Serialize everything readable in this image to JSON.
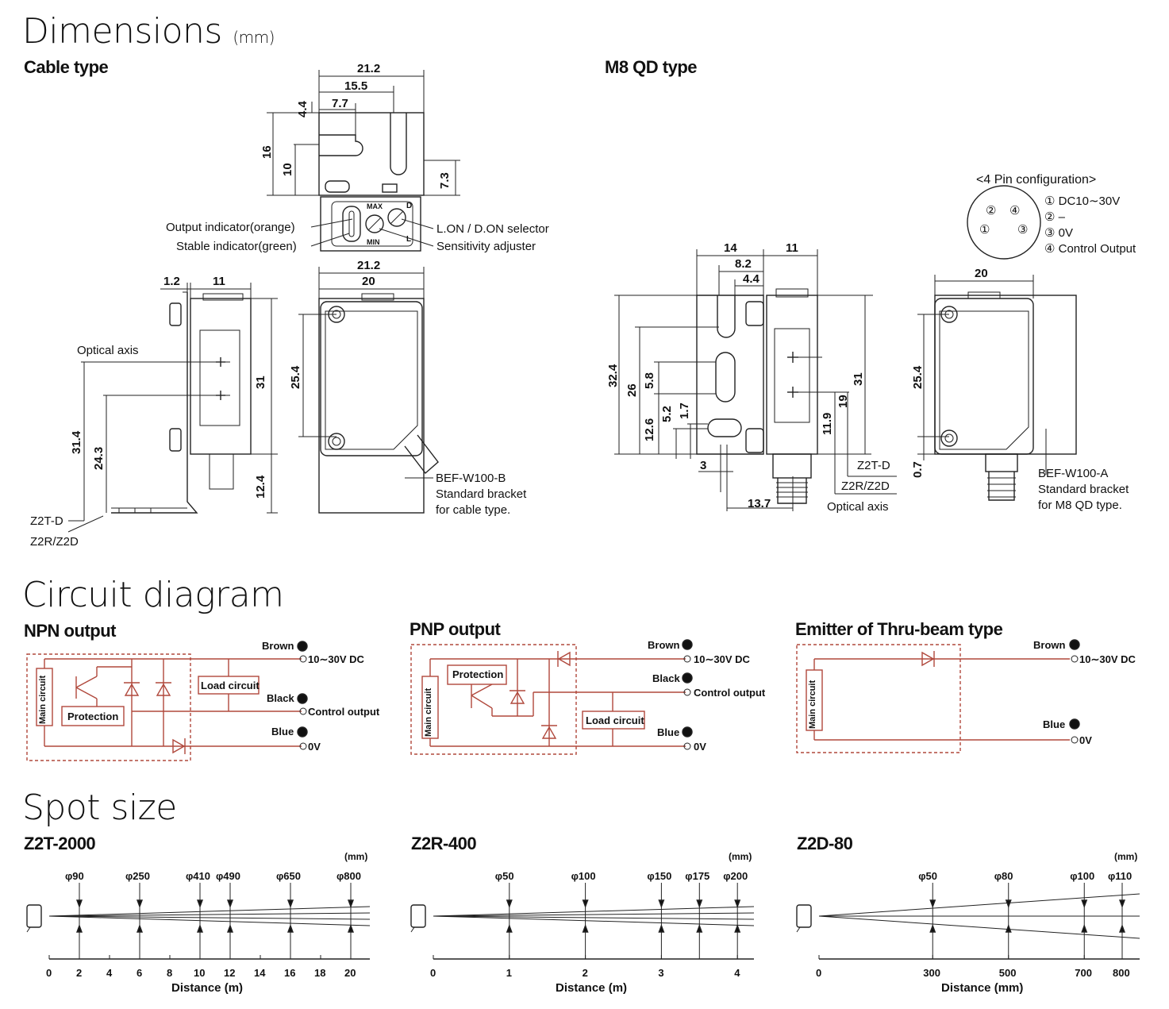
{
  "dimensions": {
    "title": "Dimensions",
    "unit": "(mm)",
    "cable_type": {
      "title": "Cable type",
      "labels": {
        "output_indicator": "Output indicator(orange)",
        "stable_indicator": "Stable indicator(green)",
        "selector": "L.ON / D.ON selector",
        "sensitivity": "Sensitivity adjuster",
        "optical_axis": "Optical axis",
        "z2t": "Z2T-D",
        "z2r": "Z2R/Z2D",
        "bracket_1": "BEF-W100-B",
        "bracket_2": "Standard bracket",
        "bracket_3": "for cable type.",
        "max": "MAX",
        "min": "MIN",
        "d": "D",
        "l": "L"
      },
      "dims": {
        "d21_2_top": "21.2",
        "d15_5": "15.5",
        "d7_7": "7.7",
        "d4_4": "4.4",
        "d16": "16",
        "d10": "10",
        "d7_3": "7.3",
        "d1_2": "1.2",
        "d11": "11",
        "d21_2": "21.2",
        "d20": "20",
        "d31": "31",
        "d25_4": "25.4",
        "d31_4": "31.4",
        "d24_3": "24.3",
        "d12_4": "12.4"
      }
    },
    "m8_type": {
      "title": "M8 QD type",
      "pin_title": "<4 Pin configuration>",
      "pins": [
        "① DC10∼30V",
        "② –",
        "③ 0V",
        "④ Control Output"
      ],
      "pin_nums": [
        "②",
        "④",
        "①",
        "③"
      ],
      "labels": {
        "z2t": "Z2T-D",
        "z2r": "Z2R/Z2D",
        "optical_axis": "Optical axis",
        "bracket_1": "BEF-W100-A",
        "bracket_2": "Standard bracket",
        "bracket_3": "for M8 QD type."
      },
      "dims": {
        "d14": "14",
        "d11": "11",
        "d8_2": "8.2",
        "d4_4": "4.4",
        "d32_4": "32.4",
        "d26": "26",
        "d5_8": "5.8",
        "d12_6": "12.6",
        "d5_2": "5.2",
        "d1_7": "1.7",
        "d3": "3",
        "d13_7": "13.7",
        "d31": "31",
        "d19": "19",
        "d11_9": "11.9",
        "d20": "20",
        "d25_4": "25.4",
        "d0_7": "0.7"
      }
    }
  },
  "circuit": {
    "title": "Circuit diagram",
    "npn": {
      "title": "NPN output",
      "main": "Main circuit",
      "protection": "Protection",
      "load": "Load circuit",
      "brown": "Brown",
      "black": "Black",
      "blue": "Blue",
      "v_supply": "10∼30V DC",
      "control": "Control output",
      "zero": "0V"
    },
    "pnp": {
      "title": "PNP output",
      "main": "Main circuit",
      "protection": "Protection",
      "load": "Load circuit",
      "brown": "Brown",
      "black": "Black",
      "blue": "Blue",
      "v_supply": "10∼30V DC",
      "control": "Control output",
      "zero": "0V"
    },
    "emitter": {
      "title": "Emitter of Thru-beam type",
      "main": "Main circuit",
      "brown": "Brown",
      "blue": "Blue",
      "v_supply": "10∼30V DC",
      "zero": "0V"
    }
  },
  "spot": {
    "title": "Spot size",
    "unit": "(mm)",
    "charts": [
      {
        "title": "Z2T-2000",
        "xlabel": "Distance (m)",
        "ticks": [
          "0",
          "2",
          "4",
          "6",
          "8",
          "10",
          "12",
          "14",
          "16",
          "18",
          "20"
        ],
        "spots": [
          {
            "label": "φ90",
            "distance": 2
          },
          {
            "label": "φ250",
            "distance": 6
          },
          {
            "label": "φ410",
            "distance": 10
          },
          {
            "label": "φ490",
            "distance": 12
          },
          {
            "label": "φ650",
            "distance": 16
          },
          {
            "label": "φ800",
            "distance": 20
          }
        ]
      },
      {
        "title": "Z2R-400",
        "xlabel": "Distance (m)",
        "ticks": [
          "0",
          "1",
          "2",
          "3",
          "4"
        ],
        "spots": [
          {
            "label": "φ50",
            "distance": 1
          },
          {
            "label": "φ100",
            "distance": 2
          },
          {
            "label": "φ150",
            "distance": 3
          },
          {
            "label": "φ175",
            "distance": 3.5
          },
          {
            "label": "φ200",
            "distance": 4
          }
        ]
      },
      {
        "title": "Z2D-80",
        "xlabel": "Distance (mm)",
        "ticks": [
          "0",
          "300",
          "500",
          "700",
          "800"
        ],
        "spots": [
          {
            "label": "φ50",
            "distance": 300
          },
          {
            "label": "φ80",
            "distance": 500
          },
          {
            "label": "φ100",
            "distance": 700
          },
          {
            "label": "φ110",
            "distance": 800
          }
        ]
      }
    ]
  }
}
